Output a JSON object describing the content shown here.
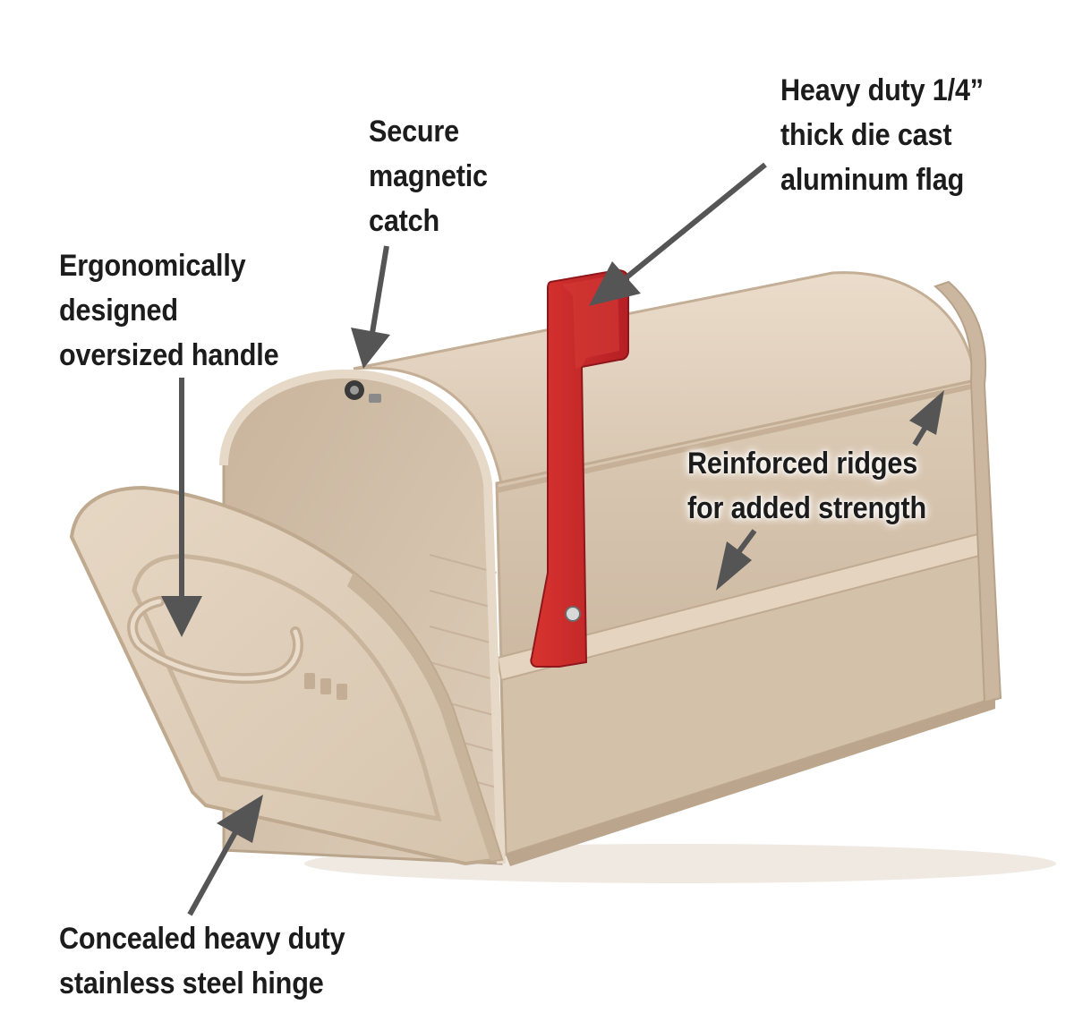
{
  "colors": {
    "background": "#ffffff",
    "mailbox_body": "#dccbb6",
    "mailbox_shadow": "#bfa991",
    "mailbox_inside": "#cdb9a2",
    "flag": "#c8272b",
    "pointer": "#555555",
    "label_text": "#1c1c1c"
  },
  "callouts": {
    "handle": {
      "lines": [
        "Ergonomically",
        "designed",
        "oversized handle"
      ],
      "arrow_icon": "arrow-down-icon"
    },
    "catch": {
      "lines": [
        "Secure",
        "magnetic",
        "catch"
      ],
      "arrow_icon": "arrow-down-icon"
    },
    "flag": {
      "lines": [
        "Heavy duty 1/4”",
        "thick die cast",
        "aluminum flag"
      ],
      "arrow_icon": "arrow-down-left-icon"
    },
    "ridges": {
      "lines": [
        "Reinforced ridges",
        "for added strength"
      ],
      "arrow_icon": "arrow-up-right-icon"
    },
    "hinge": {
      "lines": [
        "Concealed heavy duty",
        "stainless steel hinge"
      ],
      "arrow_icon": "arrow-up-right-icon"
    }
  }
}
